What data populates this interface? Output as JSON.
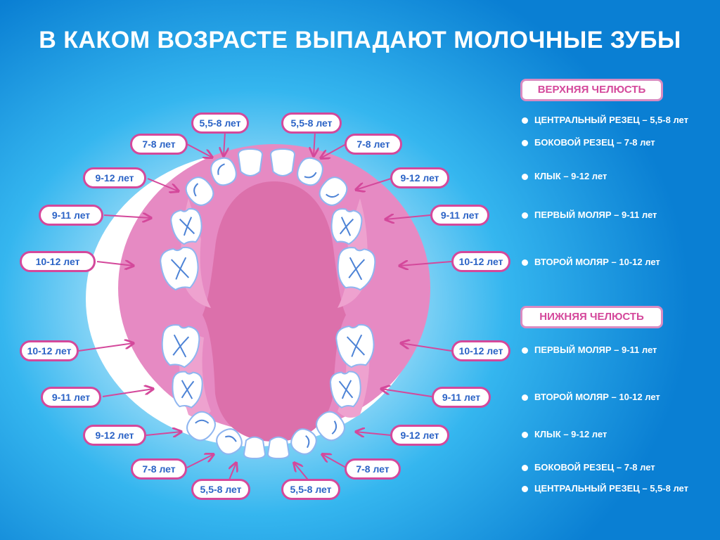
{
  "title": "В КАКОМ ВОЗРАСТЕ ВЫПАДАЮТ МОЛОЧНЫЕ ЗУБЫ",
  "colors": {
    "accent": "#d4489b",
    "gum": "#e68ac3",
    "palate": "#dd74ad",
    "label_text": "#2b63c6",
    "tooth_outline": "#8fb6f0"
  },
  "labels": {
    "upper_left": [
      "5,5-8 лет",
      "7-8 лет",
      "9-12 лет",
      "9-11 лет",
      "10-12 лет"
    ],
    "upper_right": [
      "5,5-8 лет",
      "7-8 лет",
      "9-12 лет",
      "9-11 лет",
      "10-12 лет"
    ],
    "lower_left": [
      "10-12 лет",
      "9-11 лет",
      "9-12 лет",
      "7-8 лет",
      "5,5-8 лет"
    ],
    "lower_right": [
      "10-12 лет",
      "9-11 лет",
      "9-12 лет",
      "7-8 лет",
      "5,5-8 лет"
    ]
  },
  "legend": {
    "upper_title": "ВЕРХНЯЯ ЧЕЛЮСТЬ",
    "upper_items": [
      "ЦЕНТРАЛЬНЫЙ РЕЗЕЦ – 5,5-8 лет",
      "БОКОВОЙ РЕЗЕЦ – 7-8 лет",
      "КЛЫК – 9-12 лет",
      "ПЕРВЫЙ МОЛЯР – 9-11 лет",
      "ВТОРОЙ МОЛЯР – 10-12 лет"
    ],
    "lower_title": "НИЖНЯЯ ЧЕЛЮСТЬ",
    "lower_items": [
      "ПЕРВЫЙ МОЛЯР – 9-11 лет",
      "ВТОРОЙ МОЛЯР – 10-12 лет",
      "КЛЫК – 9-12 лет",
      "БОКОВОЙ РЕЗЕЦ – 7-8 лет",
      "ЦЕНТРАЛЬНЫЙ РЕЗЕЦ – 5,5-8 лет"
    ]
  }
}
